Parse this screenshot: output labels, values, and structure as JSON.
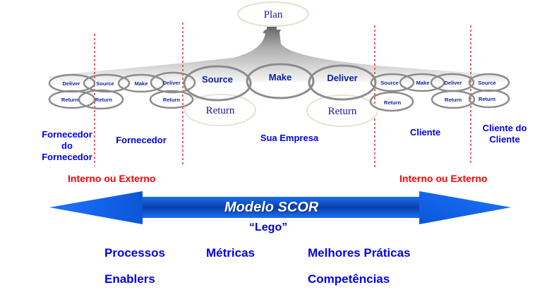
{
  "plan_label": "Plan",
  "central": {
    "source": "Source",
    "make": "Make",
    "deliver": "Deliver",
    "return_left": "Return",
    "return_right": "Return"
  },
  "small_nodes": {
    "ff_deliver": "Deliver",
    "ff_return": "Return",
    "f_source": "Source",
    "f_return1": "Return",
    "f_make": "Make",
    "f_deliver": "Deliver",
    "f_return2": "Return",
    "c_source": "Source",
    "c_return1": "Return",
    "c_make": "Make",
    "c_deliver": "Deliver",
    "c_return2": "Return",
    "cc_source": "Source",
    "cc_return": "Return"
  },
  "tiers": {
    "fornecedor_do_fornecedor": [
      "Fornecedor",
      "do",
      "Fornecedor"
    ],
    "fornecedor": "Fornecedor",
    "sua_empresa": "Sua Empresa",
    "cliente": "Cliente",
    "cliente_do_cliente": [
      "Cliente do",
      "Cliente"
    ]
  },
  "interno_externo_left": "Interno ou Externo",
  "interno_externo_right": "Interno ou Externo",
  "arrow": {
    "title": "Modelo SCOR",
    "subtitle": "“Lego”"
  },
  "components": {
    "processos": "Processos",
    "metricas": "Métricas",
    "melhores_praticas": "Melhores Práticas",
    "enablers": "Enablers",
    "competencias": "Competências"
  },
  "colors": {
    "text_blue": "#0000ee",
    "red": "#ff0000",
    "arrow_blue": "#0a5de8",
    "ellipse_gray": "#8a8a8a",
    "ellipse_cream": "#e8e6d6"
  }
}
